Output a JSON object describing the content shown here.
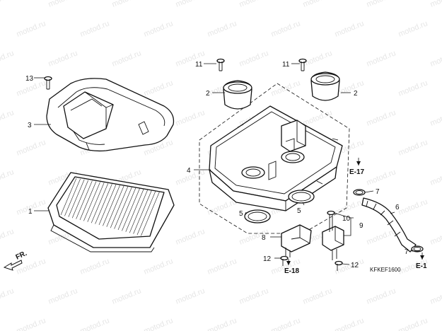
{
  "watermark": "motod.ru",
  "diagram_code": "KFKEF1600",
  "front_label": "FR.",
  "references": {
    "e17": "E-17",
    "e18": "E-18",
    "e1": "E-1"
  },
  "callouts": {
    "n1": "1",
    "n2a": "2",
    "n2b": "2",
    "n3": "3",
    "n4": "4",
    "n5a": "5",
    "n5b": "5",
    "n6": "6",
    "n7a": "7",
    "n7b": "7",
    "n8": "8",
    "n9": "9",
    "n10": "10",
    "n11a": "11",
    "n11b": "11",
    "n12a": "12",
    "n12b": "12",
    "n13": "13"
  }
}
